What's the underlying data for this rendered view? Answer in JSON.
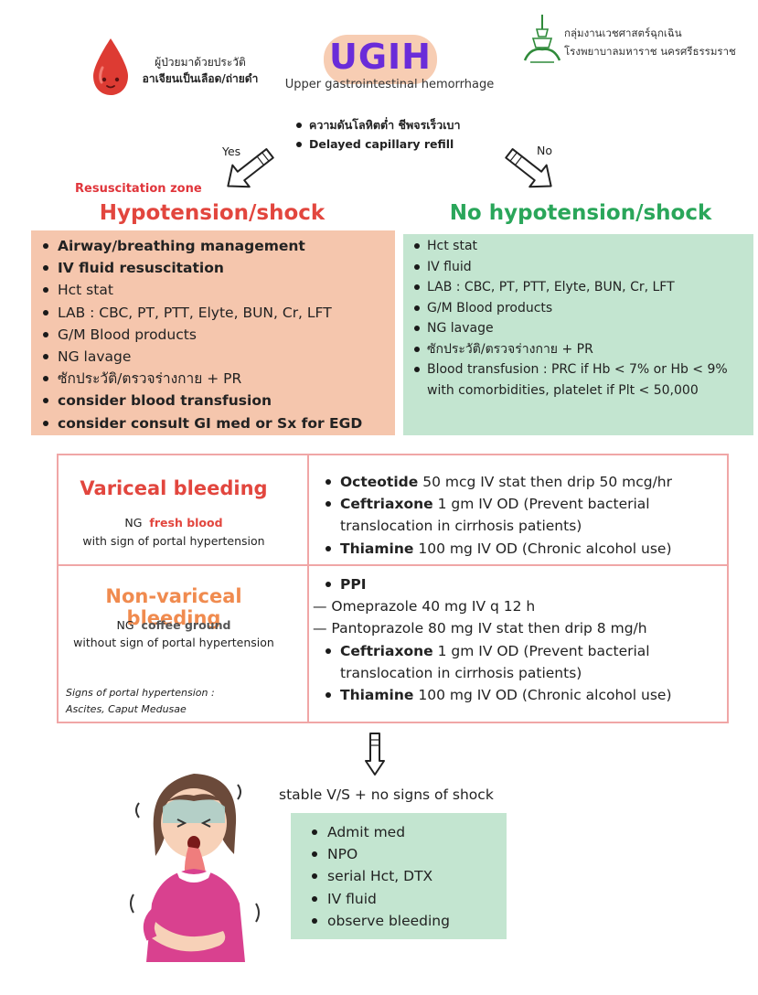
{
  "title": "UGIH",
  "subtitle": "Upper gastrointestinal hemorrhage",
  "patient": {
    "line1": "ผู้ป่วยมาด้วยประวัติ",
    "line2": "อาเจียนเป็นเลือด/ถ่ายดำ"
  },
  "logo": {
    "line1": "กลุ่มงานเวชศาสตร์ฉุกเฉิน",
    "line2": "โรงพยาบาลมหาราช นครศรีธรรมราช"
  },
  "criteria": [
    "ความดันโลหิตต่ำ ชีพจรเร็วเบา",
    "Delayed capillary refill"
  ],
  "branch": {
    "yes": "Yes",
    "no": "No"
  },
  "zone_label": "Resuscitation zone",
  "shock": {
    "title": "Hypotension/shock",
    "items": [
      {
        "text": "Airway/breathing management",
        "bold": true
      },
      {
        "text": "IV fluid  resuscitation",
        "bold": true
      },
      {
        "text": "Hct stat",
        "bold": false
      },
      {
        "text": "LAB : CBC, PT, PTT, Elyte, BUN, Cr, LFT",
        "bold": false
      },
      {
        "text": "G/M Blood products",
        "bold": false
      },
      {
        "text": "NG lavage",
        "bold": false
      },
      {
        "text": "ซักประวัติ/ตรวจร่างกาย + PR",
        "bold": false
      },
      {
        "text": "consider blood transfusion",
        "bold": true
      },
      {
        "text": "consider consult  GI med or Sx for EGD",
        "bold": true
      }
    ]
  },
  "no_shock": {
    "title": "No hypotension/shock",
    "items": [
      "Hct stat",
      "IV fluid",
      "LAB : CBC, PT, PTT, Elyte, BUN, Cr, LFT",
      "G/M Blood products",
      "NG lavage",
      "ซักประวัติ/ตรวจร่างกาย + PR",
      "Blood transfusion : PRC if Hb < 7% or Hb < 9%",
      "with comorbidities, platelet if Plt < 50,000"
    ]
  },
  "variceal": {
    "title": "Variceal bleeding",
    "ng_prefix": "NG",
    "ng_value": "fresh blood",
    "sign": "with sign of portal hypertension",
    "items": [
      {
        "drug": "Octeotide",
        "dose": "50 mcg IV stat then drip 50 mcg/hr"
      },
      {
        "drug": "Ceftriaxone",
        "dose": "1 gm IV OD  (Prevent bacterial"
      },
      {
        "drug": "",
        "dose": "translocation in cirrhosis patients)"
      },
      {
        "drug": "Thiamine",
        "dose": "100 mg IV OD (Chronic alcohol use)"
      }
    ]
  },
  "non_variceal": {
    "title": "Non-variceal bleeding",
    "ng_prefix": "NG",
    "ng_value": "coffee ground",
    "sign": "without sign of portal hypertension",
    "ppi": "PPI",
    "dash1": "— Omeprazole 40 mg IV  q 12 h",
    "dash2": "— Pantoprazole 80 mg IV stat then drip 8 mg/h",
    "items": [
      {
        "drug": "Ceftriaxone",
        "dose": "1 gm IV OD  (Prevent bacterial"
      },
      {
        "drug": "",
        "dose": "translocation in cirrhosis patients)"
      },
      {
        "drug": "Thiamine",
        "dose": "100 mg IV OD (Chronic alcohol use)"
      }
    ]
  },
  "note": {
    "line1": "Signs of portal hypertension :",
    "line2": "Ascites, Caput Medusae"
  },
  "stable": {
    "label": "stable V/S + no signs of shock",
    "items": [
      "Admit med",
      "NPO",
      "serial Hct, DTX",
      "IV fluid",
      "observe bleeding"
    ]
  },
  "colors": {
    "title": "#6a2cd9",
    "shock_title": "#e2463e",
    "no_shock_title": "#2aa65a",
    "shock_box": "#f5c6ad",
    "green_box": "#c3e5d0",
    "table_border": "#f0a6a6",
    "non_variceal_title": "#f08b4f"
  }
}
